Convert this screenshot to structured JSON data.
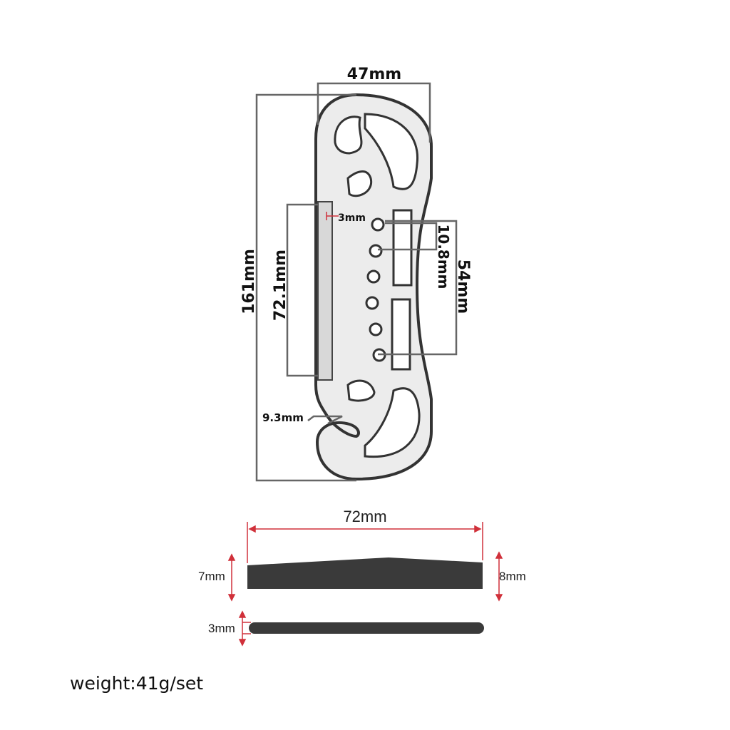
{
  "top_view": {
    "width_label": "47mm",
    "length_label": "161mm",
    "slot_length_label": "72.1mm",
    "edge_offset_label": "3mm",
    "hole_spacing_label": "10.8mm",
    "hole_span_label": "54mm",
    "hook_gap_label": "9.3mm"
  },
  "side_view": {
    "length_label": "72mm",
    "left_height_label": "7mm",
    "right_height_label": "8mm"
  },
  "bottom_view": {
    "thickness_label": "3mm"
  },
  "weight_label": "weight:41g/set",
  "colors": {
    "dimension_red": "#d0303a",
    "part_dark": "#3a3a3a",
    "outline_gray": "#555555"
  }
}
